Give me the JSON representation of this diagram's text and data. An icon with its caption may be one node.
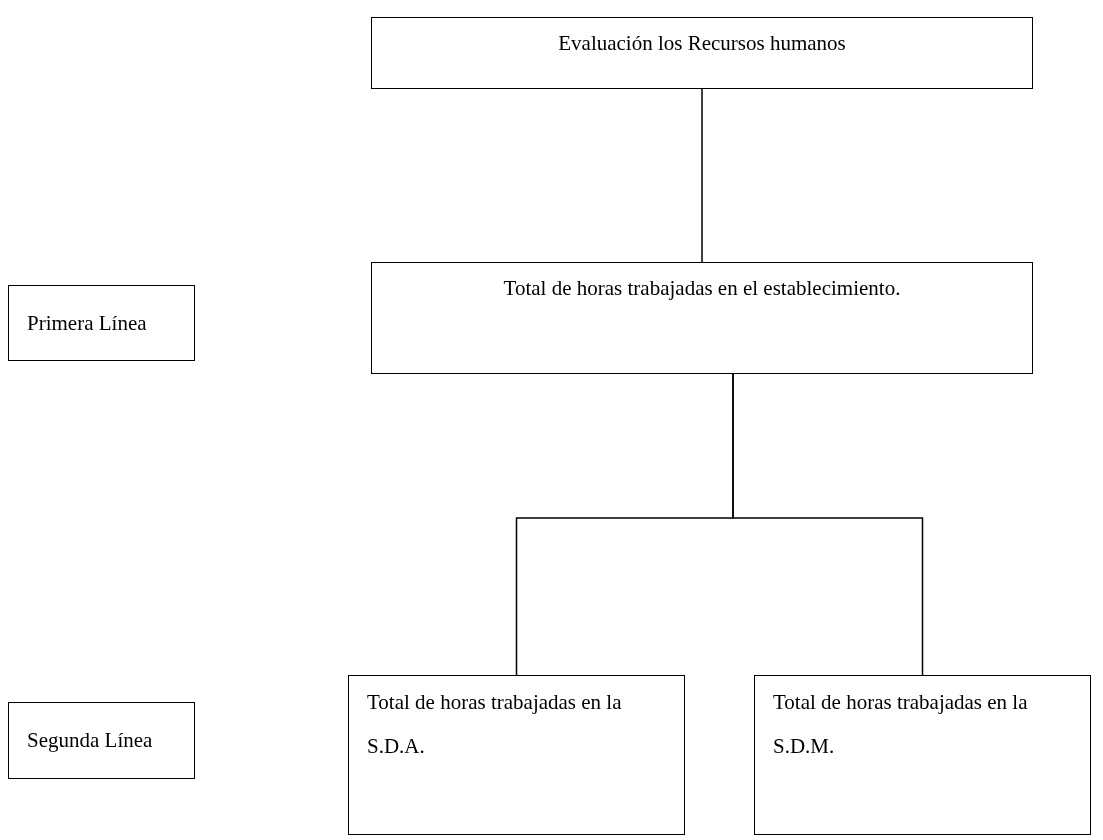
{
  "diagram": {
    "nodes": [
      {
        "text": [
          "Evaluación los Recursos humanos"
        ]
      },
      {
        "text": [
          "Primera Línea"
        ]
      },
      {
        "text": [
          "Total de horas trabajadas en el establecimiento."
        ]
      },
      {
        "text": [
          "Segunda Línea"
        ]
      },
      {
        "text": [
          "Total de horas trabajadas en la S.D.A."
        ]
      },
      {
        "text": [
          "Total de horas trabajadas en la S.D.M."
        ]
      }
    ],
    "edges": [
      {
        "from": 0,
        "to": 2,
        "arrow": "none"
      },
      {
        "from": 2,
        "to": 4,
        "arrow": "none"
      },
      {
        "from": 2,
        "to": 5,
        "arrow": "none"
      }
    ]
  }
}
